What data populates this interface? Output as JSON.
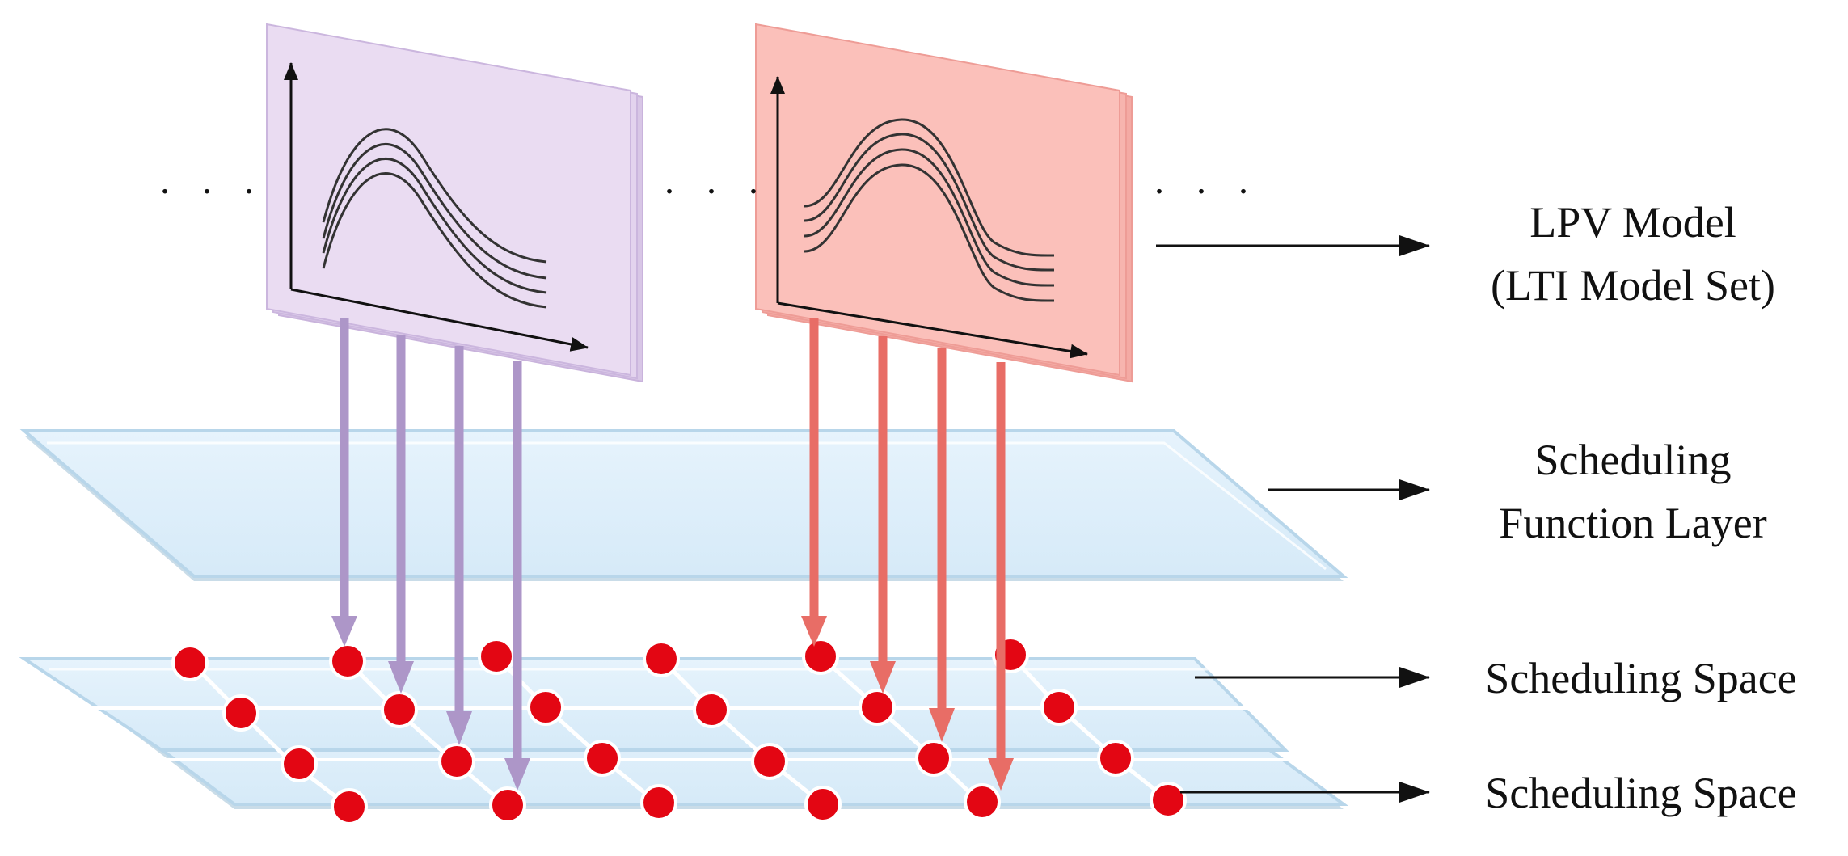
{
  "labels": {
    "lpv_model_line1": "LPV Model",
    "lpv_model_line2": "(LTI Model Set)",
    "scheduling_function_line1": "Scheduling",
    "scheduling_function_line2": "Function Layer",
    "scheduling_space_upper": "Scheduling Space",
    "scheduling_space_lower": "Scheduling Space"
  },
  "ellipsis": ". . .",
  "colors": {
    "purple_card": "#e8dcf0",
    "purple_arrow": "#ad96c8",
    "red_card": "#f9bdb8",
    "red_arrow": "#e86d66",
    "plane_fill": "#deeffb",
    "plane_edge": "#b8d6ea",
    "node": "#e30613",
    "ink": "#111111"
  }
}
